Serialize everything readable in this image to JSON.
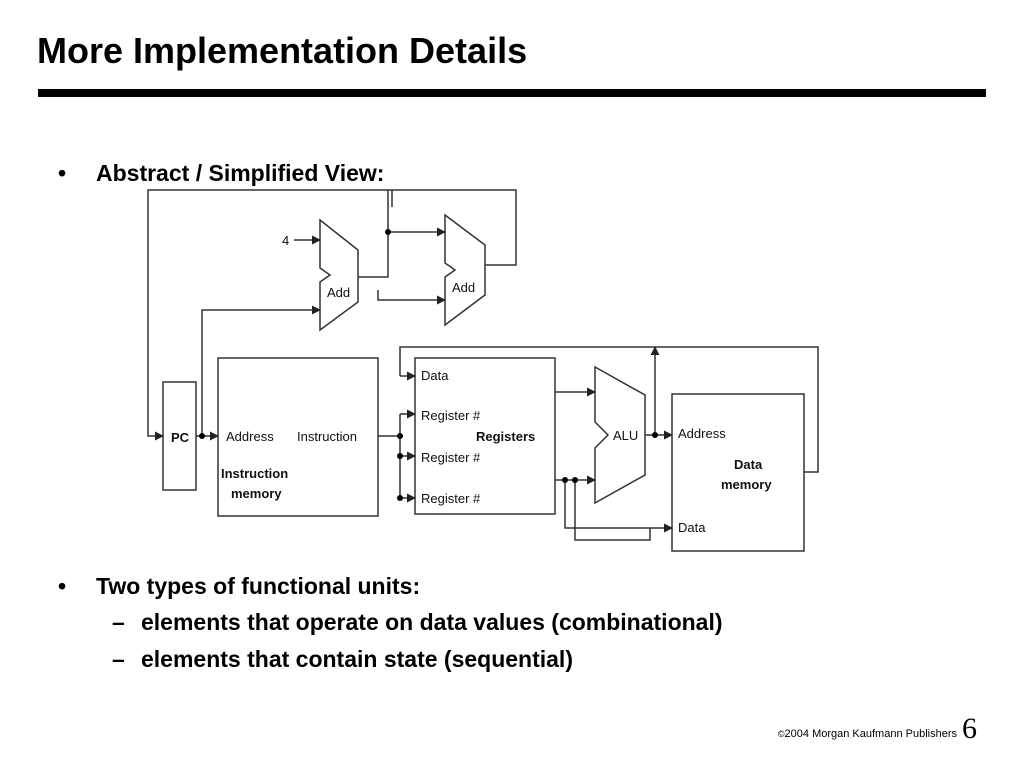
{
  "slide": {
    "title": "More Implementation Details",
    "bullets": [
      {
        "mark": "•",
        "text": "Abstract / Simplified View:"
      },
      {
        "mark": "•",
        "text": "Two types of functional units:"
      }
    ],
    "subbullets": [
      {
        "mark": "–",
        "text": "elements that operate on data values (combinational)"
      },
      {
        "mark": "–",
        "text": "elements that contain state (sequential)"
      }
    ],
    "footer": {
      "copyright_symbol": "©",
      "publisher": "2004 Morgan Kaufmann Publishers",
      "page_number": "6"
    }
  },
  "diagram": {
    "pc": "PC",
    "adder1": "Add",
    "adder2": "Add",
    "constant": "4",
    "imem": {
      "address": "Address",
      "instruction": "Instruction",
      "name1": "Instruction",
      "name2": "memory"
    },
    "regfile": {
      "data": "Data",
      "reg1": "Register #",
      "reg2": "Register #",
      "reg3": "Register #",
      "name": "Registers"
    },
    "alu": "ALU",
    "dmem": {
      "address": "Address",
      "name1": "Data",
      "name2": "memory",
      "data": "Data"
    }
  }
}
